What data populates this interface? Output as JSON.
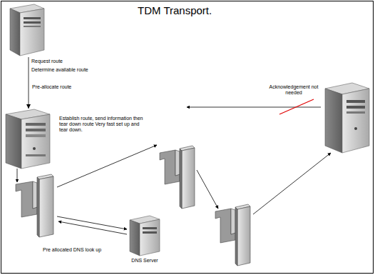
{
  "diagram": {
    "title": "TDM Transport.",
    "nodes": [
      {
        "text": [
          "Request route",
          "Determine available route"
        ]
      },
      {
        "text": [
          "Pre-allocate route",
          "Establish route, send information then tear down route Very fast set up and tear down."
        ]
      },
      {
        "text": [
          "DNS Server"
        ]
      }
    ],
    "edges": [
      {
        "from": 0,
        "to": 1,
        "arrow": "to"
      }
    ],
    "labels": [
      "Acknowledgement not needed",
      "Pre allocated DNS look up"
    ]
  }
}
